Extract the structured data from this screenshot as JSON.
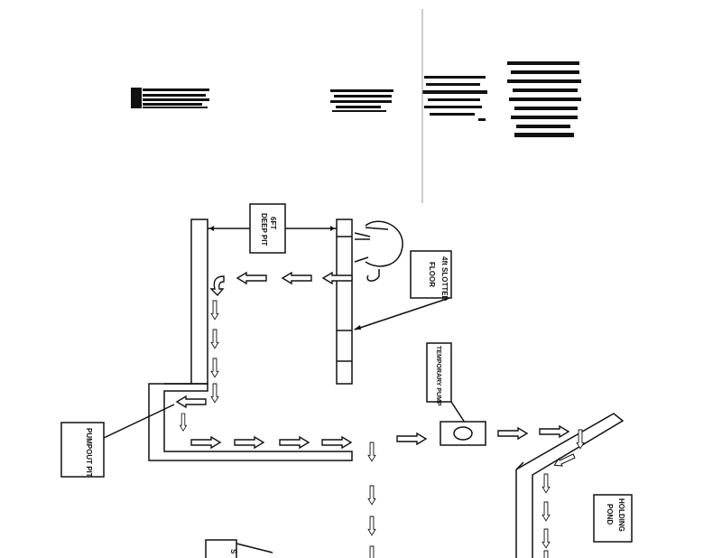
{
  "labels": {
    "deep_pit": [
      "6FT",
      "DEEP PIT"
    ],
    "slotted_floor": [
      "4ft SLOTTED",
      "FLOOR"
    ],
    "temporary_pump": "TEMPORARY PUMP",
    "pumpout_pit": "PUMPOUT PIT",
    "holding_pond": [
      "HOLDING",
      "POND"
    ],
    "bottom_box": "S"
  },
  "colors": {
    "ink": "#111111",
    "paper": "#ffffff"
  }
}
